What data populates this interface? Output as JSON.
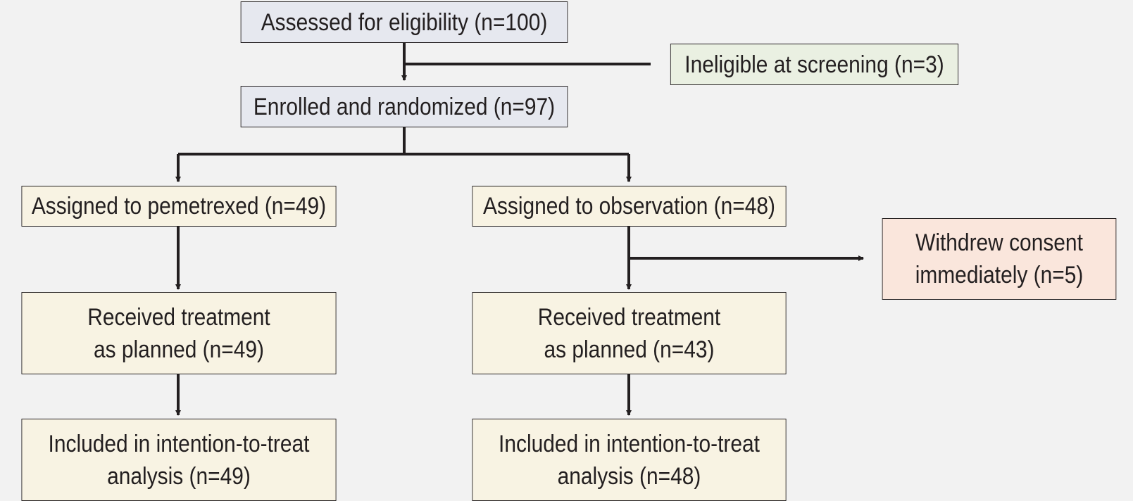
{
  "colors": {
    "background": "#f2f2f2",
    "screen_fill": "#e6e8ef",
    "excluded_fill": "#eaf0e2",
    "arm_fill": "#f8f3e3",
    "withdrawn_fill": "#fae6dc",
    "line": "#231f20"
  },
  "nodes": {
    "assessed": {
      "lines": [
        "Assessed for eligibility (n=100)"
      ]
    },
    "ineligible": {
      "lines": [
        "Ineligible at screening (n=3)"
      ]
    },
    "enrolled": {
      "lines": [
        "Enrolled and randomized (n=97)"
      ]
    },
    "pemetrexed": {
      "lines": [
        "Assigned to pemetrexed (n=49)"
      ]
    },
    "observation": {
      "lines": [
        "Assigned to observation (n=48)"
      ]
    },
    "withdrew": {
      "lines": [
        "Withdrew consent",
        "immediately (n=5)"
      ]
    },
    "pem_treated": {
      "lines": [
        "Received treatment",
        "as planned (n=49)"
      ]
    },
    "obs_treated": {
      "lines": [
        "Received treatment",
        "as planned (n=43)"
      ]
    },
    "pem_itt": {
      "lines": [
        "Included in intention-to-treat",
        "analysis (n=49)"
      ]
    },
    "obs_itt": {
      "lines": [
        "Included in intention-to-treat",
        "analysis (n=48)"
      ]
    }
  }
}
